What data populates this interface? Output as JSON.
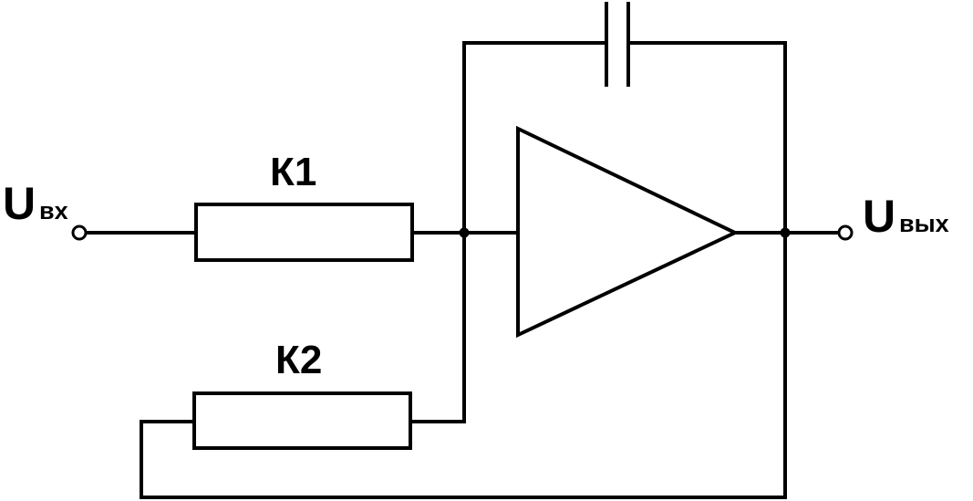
{
  "labels": {
    "input": {
      "main": "U",
      "sub": "вх"
    },
    "output": {
      "main": "U",
      "sub": "вых"
    },
    "resistor_1": "К1",
    "resistor_2": "К2"
  },
  "components": {
    "resistor_1": {
      "type": "resistor",
      "label": "К1"
    },
    "resistor_2": {
      "type": "resistor",
      "label": "К2"
    },
    "capacitor": {
      "type": "capacitor"
    },
    "amplifier": {
      "type": "op-amp"
    }
  },
  "colors": {
    "line": "#000000",
    "background": "#ffffff"
  }
}
